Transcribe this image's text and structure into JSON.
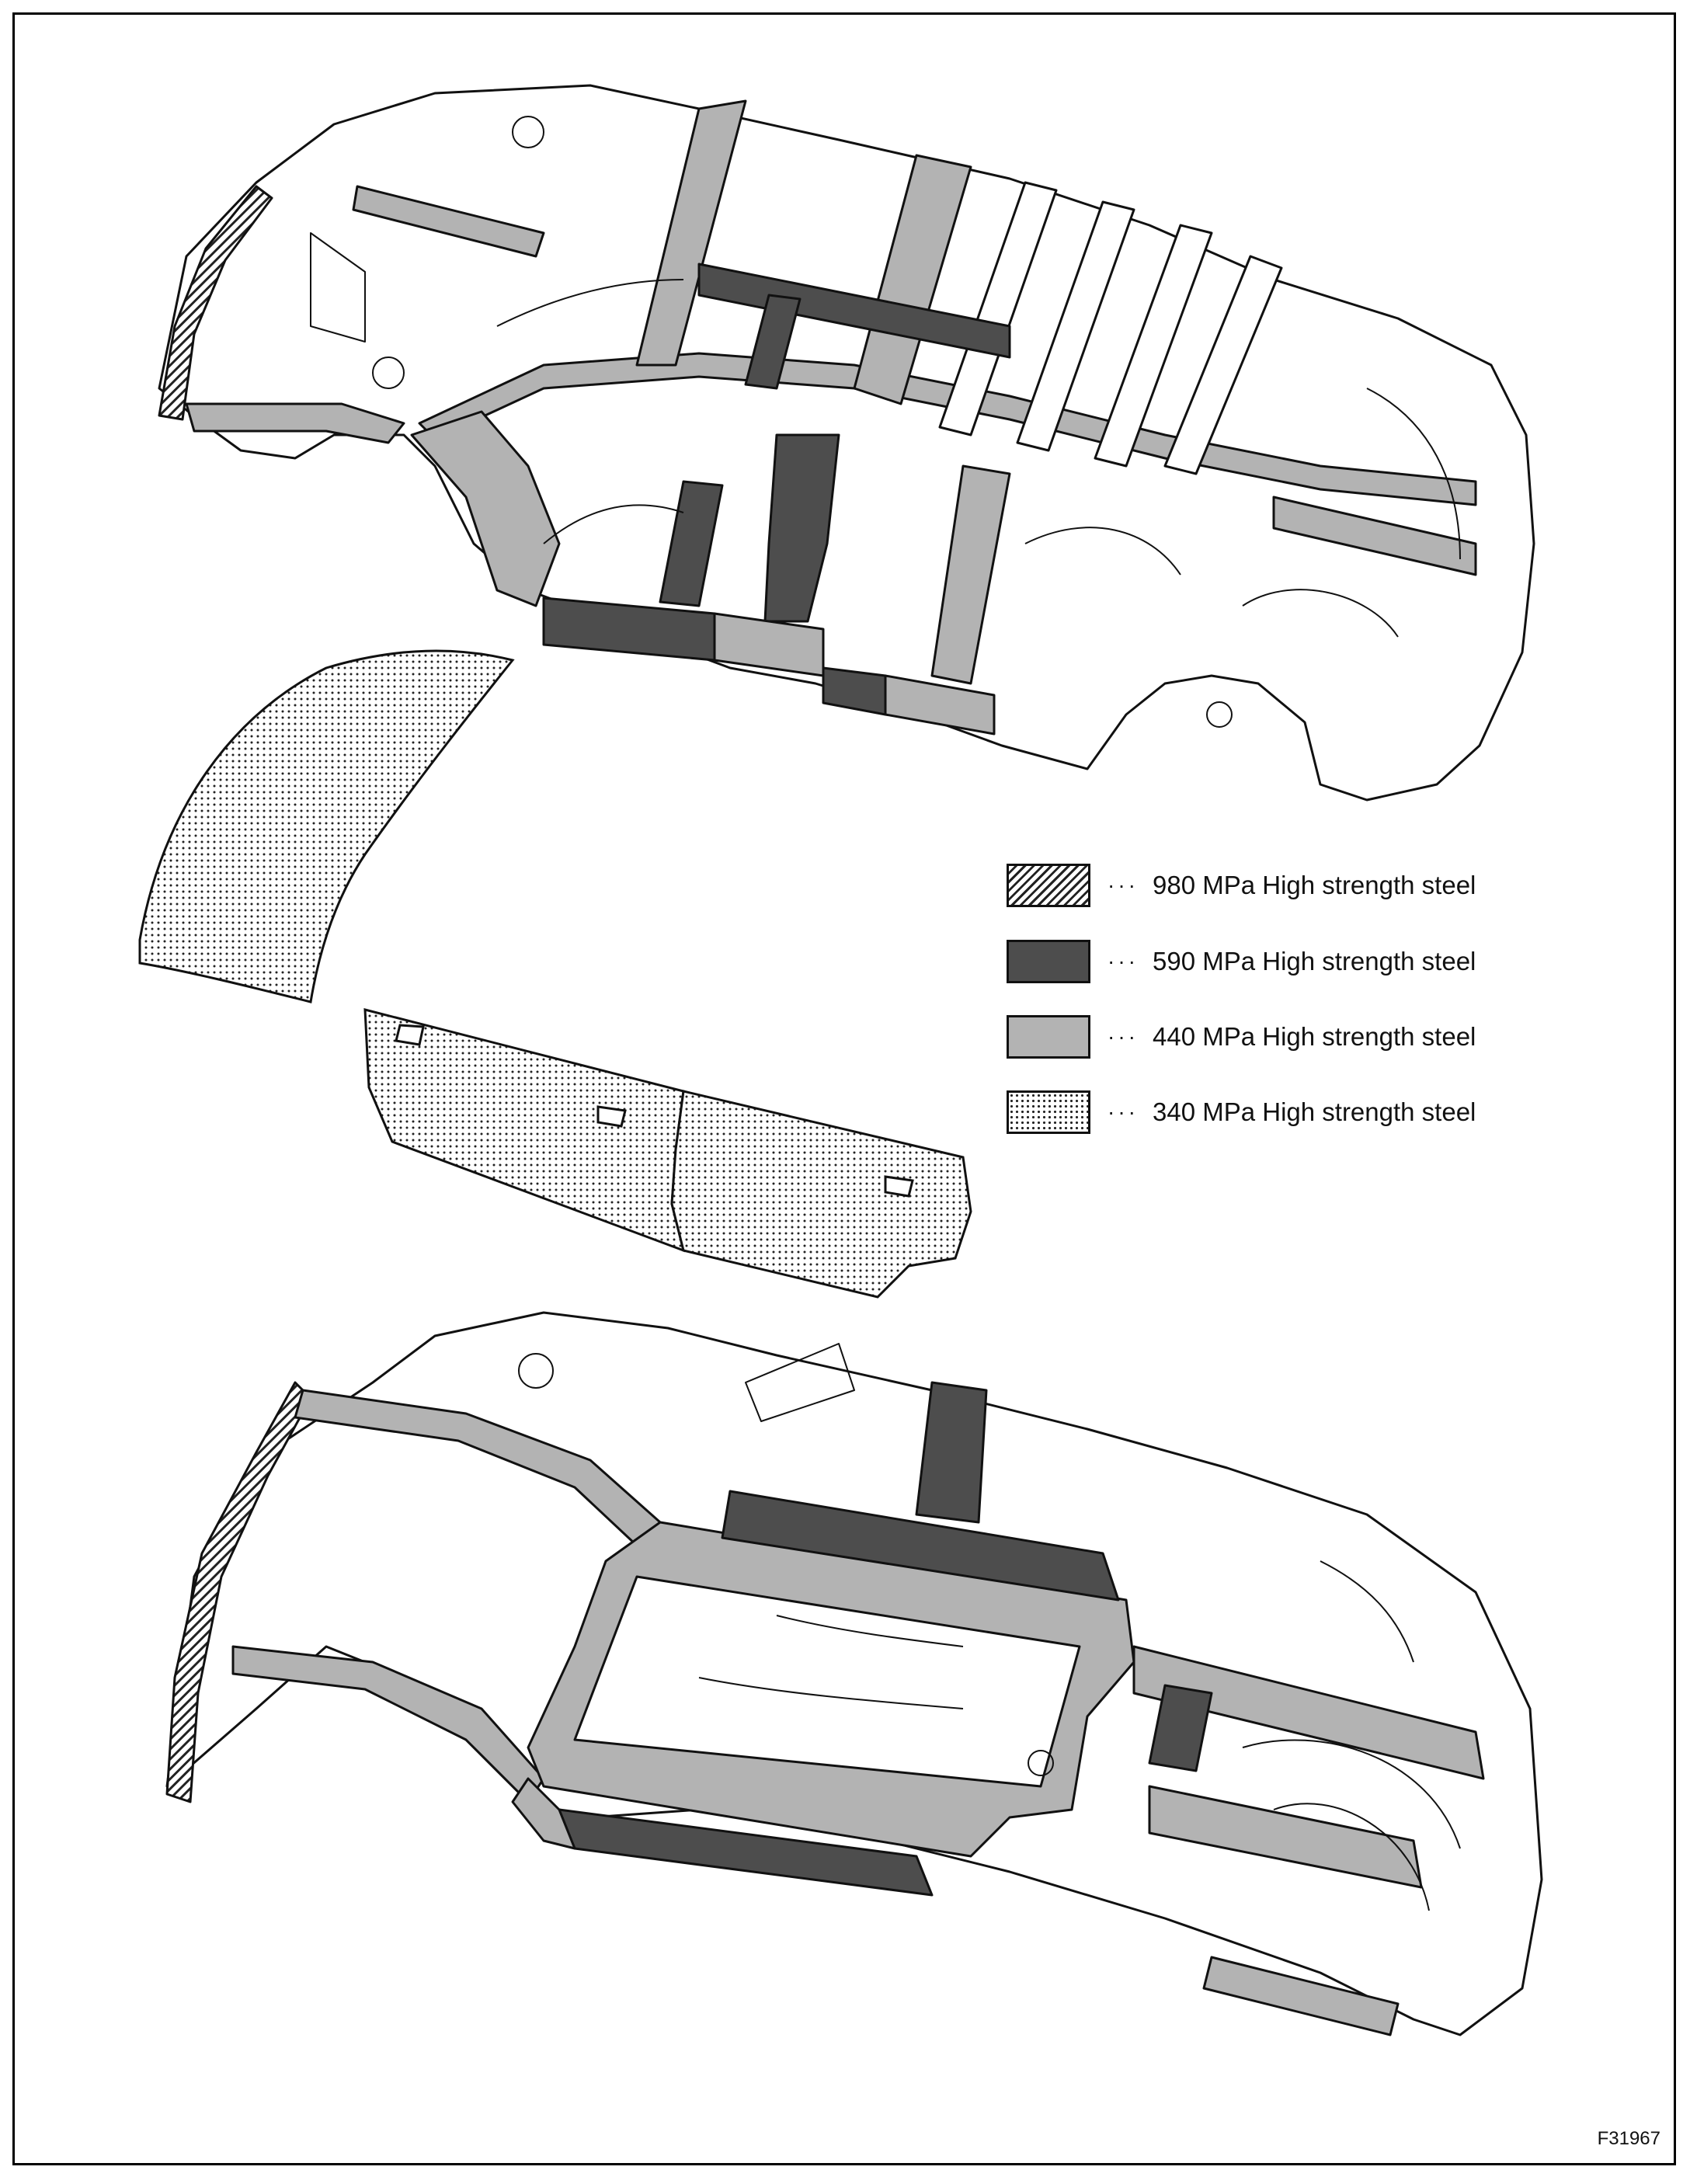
{
  "legend": {
    "items": [
      {
        "dots": "···",
        "label": "980 MPa High strength steel",
        "pattern": "hatched"
      },
      {
        "dots": "···",
        "label": "590 MPa High strength steel",
        "pattern": "dark-gray",
        "color": "#4d4d4d"
      },
      {
        "dots": "···",
        "label": "440 MPa High strength steel",
        "pattern": "light-gray",
        "color": "#b3b3b3"
      },
      {
        "dots": "···",
        "label": "340 MPa High strength steel",
        "pattern": "dotted"
      }
    ]
  },
  "figure_id": "F31967",
  "colors": {
    "steel_590": "#4d4d4d",
    "steel_440": "#b3b3b3",
    "line": "#111111",
    "background": "#ffffff"
  }
}
